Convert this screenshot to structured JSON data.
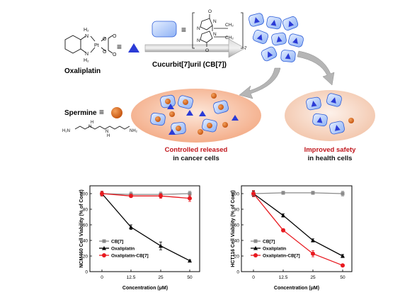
{
  "scheme": {
    "oxaliplatin_label": "Oxaliplatin",
    "cb7_label": "Cucurbit[7]uril (CB[7])",
    "spermine_label": "Spermine",
    "cancer_caption_line1": "Controlled released",
    "cancer_caption_line2": "in cancer cells",
    "healthy_caption_line1": "Improved safety",
    "healthy_caption_line2": "in health cells",
    "equiv_symbol": "≡",
    "oxa_atoms": [
      "H₂",
      "N",
      "N",
      "H₂",
      "Pt",
      "O",
      "O",
      "O",
      "O"
    ],
    "cb7_atoms": [
      "O",
      "N",
      "N",
      "CH₂",
      "N",
      "N",
      "CH₂",
      "O"
    ],
    "cb7_subscript": "7",
    "spermine_atoms": [
      "H₂N",
      "H",
      "N",
      "N",
      "H",
      "NH₂"
    ],
    "colors": {
      "red_caption": "#c0161c",
      "triangle": "#2b3bd6",
      "cell_fill": "#cfe0ff",
      "cell_edge": "#2e5ed8",
      "spermine_ball": "#d46417",
      "arrow_gray": "#a8a8a8"
    }
  },
  "chart_data": [
    {
      "type": "line",
      "ylabel": "NCM460 Cell Viability (% of Cont)",
      "xlabel": "Concentration (μM)",
      "categories": [
        "0",
        "12.5",
        "25",
        "50"
      ],
      "ylim": [
        0,
        110
      ],
      "yticks": [
        0,
        20,
        40,
        60,
        80,
        100
      ],
      "legend_position": "bottom-left",
      "series": [
        {
          "name": "CB[7]",
          "marker": "square",
          "color": "#8a8a8a",
          "values": [
            100,
            99,
            99,
            100
          ],
          "errors": [
            3,
            3,
            3,
            3
          ]
        },
        {
          "name": "Oxaliplatin",
          "marker": "triangle",
          "color": "#000000",
          "values": [
            100,
            57,
            33,
            14
          ],
          "errors": [
            3,
            3,
            5,
            1
          ]
        },
        {
          "name": "Oxaliplatin-CB[7]",
          "marker": "circle",
          "color": "#e8191f",
          "values": [
            100,
            97,
            97,
            94
          ],
          "errors": [
            3,
            2,
            3,
            4
          ]
        }
      ]
    },
    {
      "type": "line",
      "ylabel": "HCT116 Cell Viability (% of Cont)",
      "xlabel": "Concentration (μM)",
      "categories": [
        "0",
        "12.5",
        "25",
        "50"
      ],
      "ylim": [
        0,
        110
      ],
      "yticks": [
        0,
        20,
        40,
        60,
        80,
        100
      ],
      "legend_position": "bottom-left",
      "series": [
        {
          "name": "CB[7]",
          "marker": "square",
          "color": "#8a8a8a",
          "values": [
            100,
            101,
            101,
            100
          ],
          "errors": [
            3,
            2,
            2,
            3
          ]
        },
        {
          "name": "Oxaliplatin",
          "marker": "triangle",
          "color": "#000000",
          "values": [
            100,
            72,
            40,
            20
          ],
          "errors": [
            3,
            2,
            2,
            2
          ]
        },
        {
          "name": "Oxaliplatin-CB[7]",
          "marker": "circle",
          "color": "#e8191f",
          "values": [
            100,
            53,
            23,
            8
          ],
          "errors": [
            4,
            2,
            4,
            1
          ]
        }
      ]
    }
  ]
}
